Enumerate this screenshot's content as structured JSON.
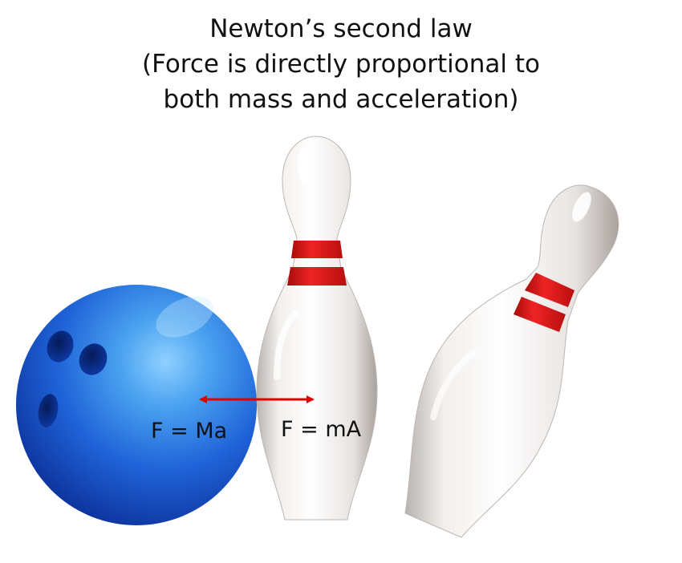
{
  "title": {
    "line1": "Newton’s second law",
    "line2": "(Force is directly proportional to",
    "line3": "both mass and acceleration)"
  },
  "labels": {
    "ball_equation": "F = Ma",
    "pin_equation": "F = mA"
  },
  "colors": {
    "ball": "#1f5fd6",
    "pin_body": "#f2f0ee",
    "pin_stripe": "#e01818",
    "arrow": "#e00000"
  }
}
